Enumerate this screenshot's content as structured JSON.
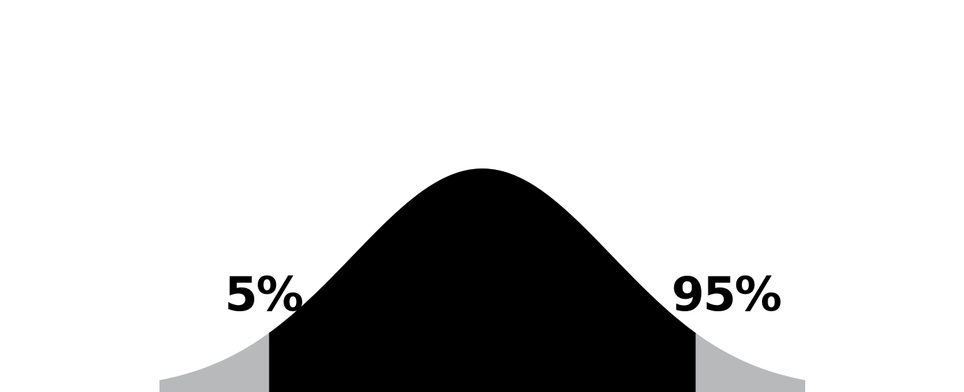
{
  "chart_data": {
    "type": "area",
    "title": "",
    "xlabel": "",
    "ylabel": "",
    "distribution": "normal",
    "mean": 0,
    "std": 1,
    "xlim": [
      -2.49,
      2.49
    ],
    "shaded_interval": [
      -1.645,
      1.645
    ],
    "annotations": [
      {
        "label": "5%",
        "x": -1.645,
        "side": "left"
      },
      {
        "label": "95%",
        "x": 1.645,
        "side": "right"
      }
    ],
    "colors": {
      "tail": "#b7b9bb",
      "center": "#000000",
      "label": "#000000",
      "background": "#ffffff"
    }
  }
}
